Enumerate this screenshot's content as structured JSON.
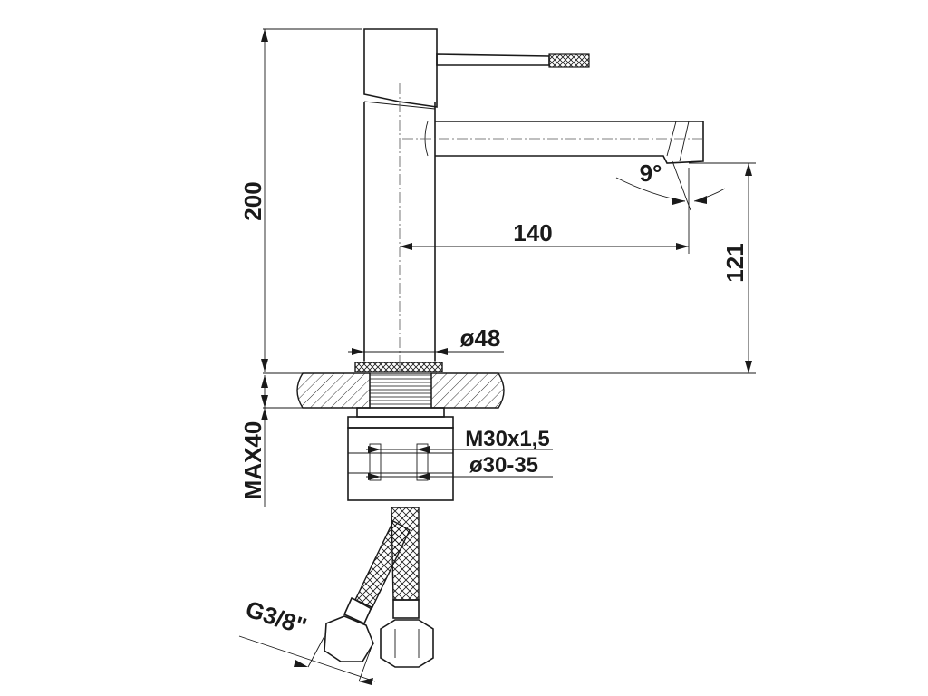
{
  "labels": {
    "height_total": "200",
    "spout_reach": "140",
    "spout_height": "121",
    "spout_angle": "9°",
    "body_diameter": "ø48",
    "thread": "M30x1,5",
    "hole_diameter": "ø30-35",
    "max_counter": "MAX40",
    "hose_thread": "G3/8\""
  }
}
